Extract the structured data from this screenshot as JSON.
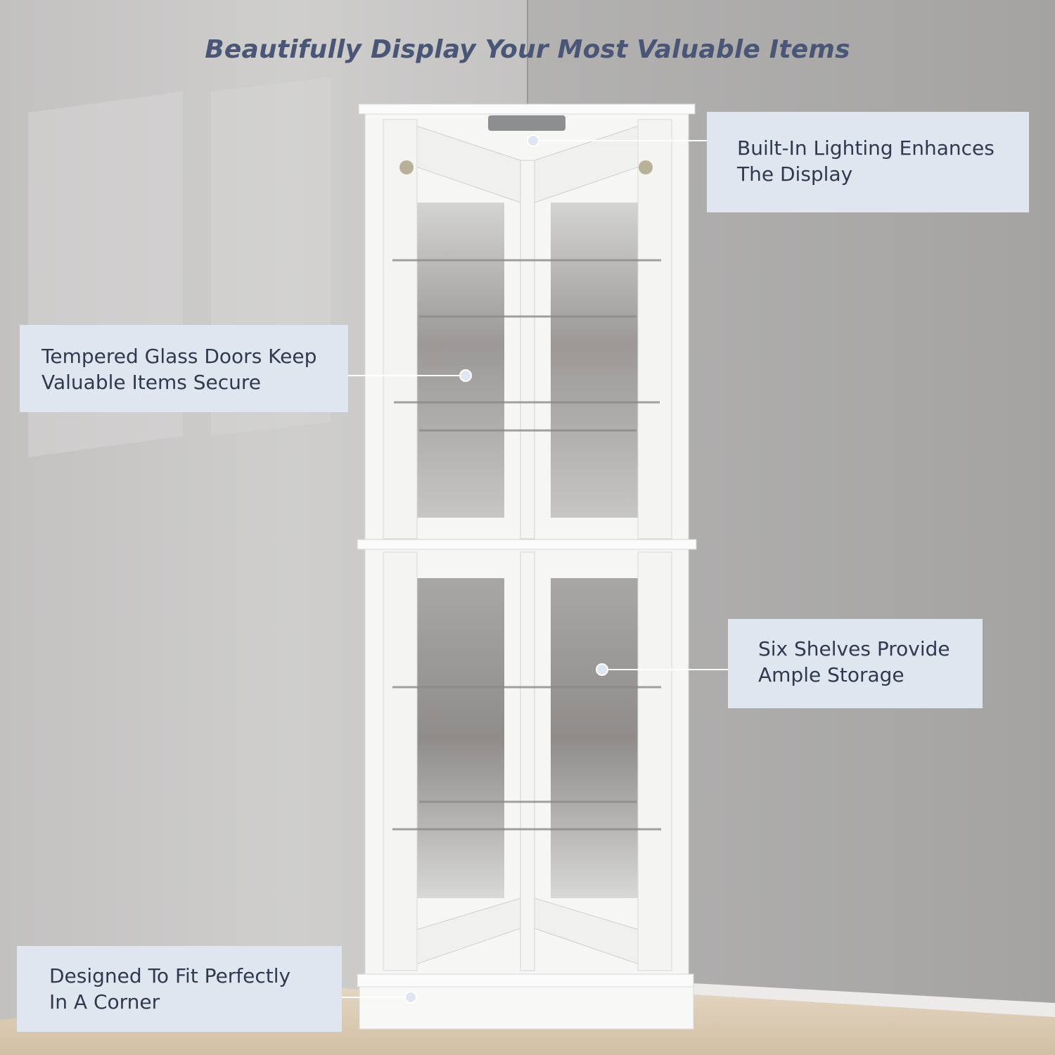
{
  "headline": "Beautifully Display Your Most Valuable Items",
  "callouts": [
    {
      "lines": [
        "Built-In Lighting Enhances",
        "The Display"
      ]
    },
    {
      "lines": [
        "Tempered Glass Doors Keep",
        "Valuable Items Secure"
      ]
    },
    {
      "lines": [
        "Six Shelves Provide",
        "Ample Storage"
      ]
    },
    {
      "lines": [
        "Designed To Fit Perfectly",
        "In A Corner"
      ]
    }
  ],
  "colors": {
    "headline_text": "#4a5676",
    "callout_background": "#dfe6ef",
    "callout_text": "#2f3a4f",
    "wall_left": "#c9c8c8",
    "wall_right": "#a9a8a7",
    "floor": "#d9c7ae",
    "cabinet": "#f7f7f6"
  }
}
